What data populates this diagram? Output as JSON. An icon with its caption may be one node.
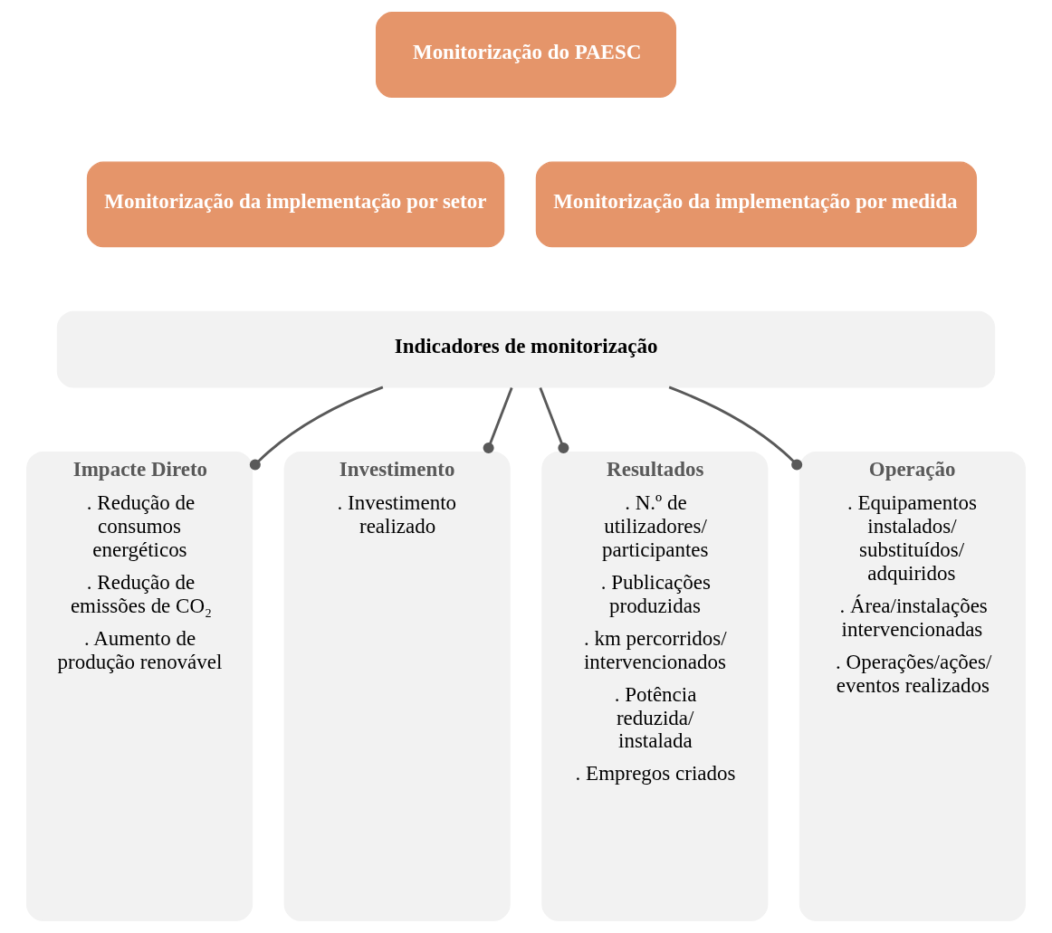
{
  "diagram": {
    "nodes": [
      {
        "text": [
          "Monitorização do PAESC"
        ]
      },
      {
        "text": [
          "Monitorização da implementação por setor"
        ]
      },
      {
        "text": [
          "Monitorização da implementação por medida"
        ]
      },
      {
        "text": [
          "Indicadores de monitorização"
        ]
      },
      {
        "text": [
          "Impacte Direto",
          ". Redução de consumos energéticos",
          ". Redução de emissões de CO₂",
          ". Aumento de produção renovável"
        ]
      },
      {
        "text": [
          "Investimento",
          ". Investimento realizado"
        ]
      },
      {
        "text": [
          "Resultados",
          ". N.º de utilizadores/ participantes",
          ". Publicações produzidas",
          ". km percorridos/ intervencionados",
          ". Potência reduzida/ instalada",
          ". Empregos criados"
        ]
      },
      {
        "text": [
          "Operação",
          ". Equipamentos instalados/ substituídos/ adquiridos",
          ". Área/instalações intervencionadas",
          ". Operações/ações/ eventos realizados"
        ]
      }
    ],
    "edges": [
      {
        "from": 3,
        "to": 4,
        "arrow": "other"
      },
      {
        "from": 3,
        "to": 5,
        "arrow": "other"
      },
      {
        "from": 3,
        "to": 6,
        "arrow": "other"
      },
      {
        "from": 3,
        "to": 7,
        "arrow": "other"
      }
    ]
  }
}
